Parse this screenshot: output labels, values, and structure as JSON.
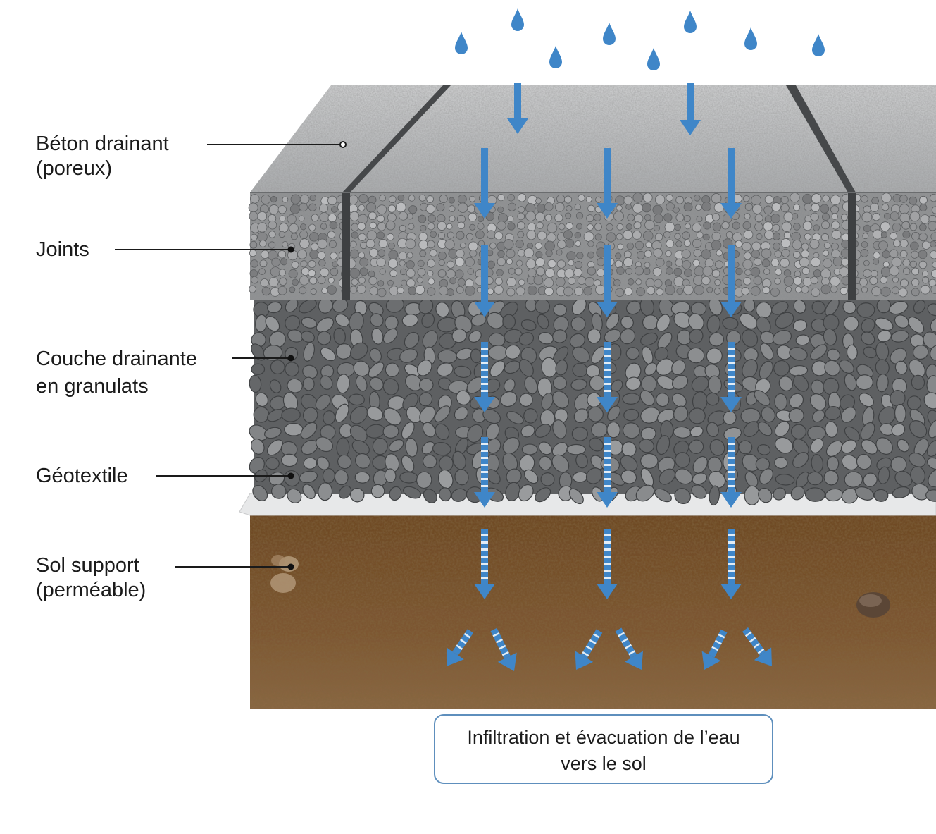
{
  "labels": {
    "beton": {
      "line1": "Béton drainant",
      "line2": "(poreux)"
    },
    "joints": {
      "line1": "Joints"
    },
    "couche": {
      "line1": "Couche drainante",
      "line2": "en granulats"
    },
    "geotextile": {
      "line1": "Géotextile"
    },
    "sol": {
      "line1": "Sol support",
      "line2": "(perméable)"
    }
  },
  "caption": {
    "line1": "Infiltration et évacuation de l’eau",
    "line2": "vers le sol"
  },
  "colors": {
    "water": "#3f86c8",
    "water_light": "#8fbfe6",
    "concrete_top": "#b9bbbd",
    "concrete_side": "#8c8e90",
    "aggregate": "#6f7173",
    "geotextile": "#e4e5e6",
    "soil": "#7a5530",
    "caption_border": "#5e8fbd"
  },
  "icons": [
    "raindrop-icon",
    "down-arrow-icon",
    "diagonal-arrow-icon"
  ]
}
